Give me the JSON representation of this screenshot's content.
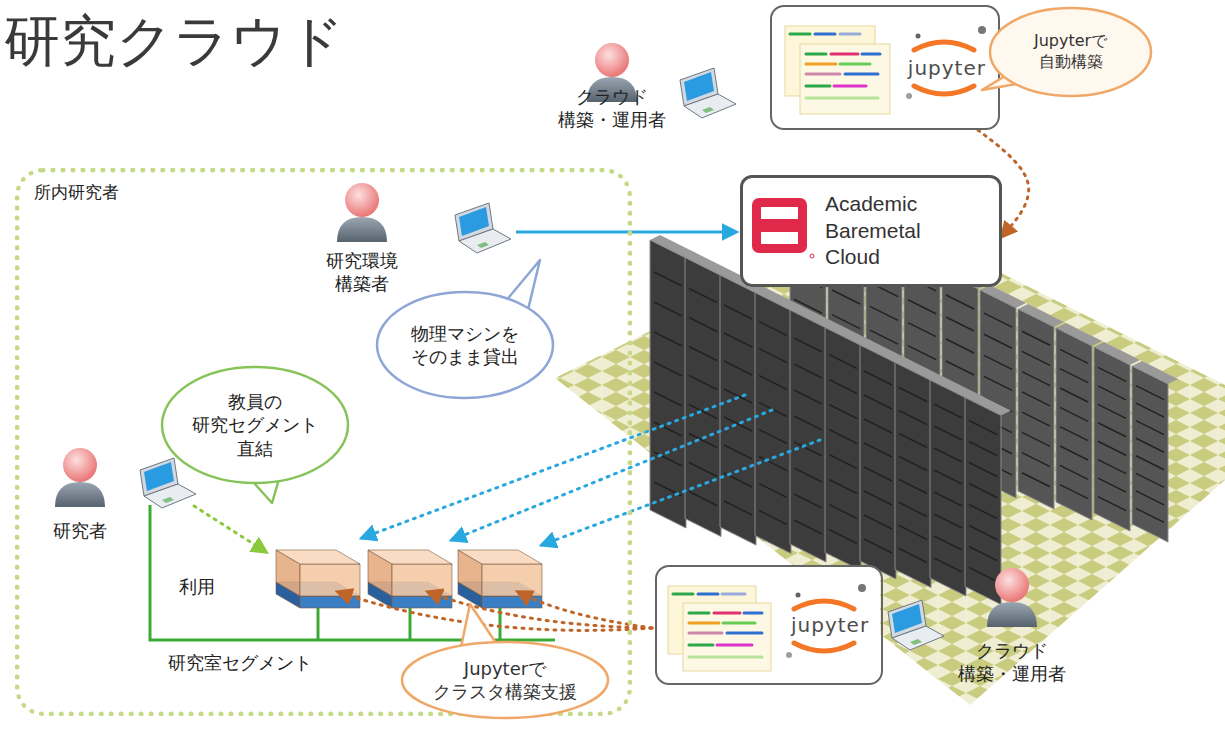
{
  "diagram": {
    "title": "研究クラウド",
    "nodes": [
      {
        "text": [
          "jupyter"
        ]
      },
      {
        "text": [
          "Jupyterで 自動構築"
        ]
      },
      {
        "text": [
          "Academic Baremetal Cloud"
        ]
      },
      {
        "text": [
          "所内研究者"
        ]
      },
      {
        "text": [
          "物理マシンを そのまま貸出"
        ],
        "in": 3
      },
      {
        "text": [
          "教員の 研究セグメント 直結"
        ],
        "in": 3
      },
      {
        "text": [
          "jupyter"
        ]
      },
      {
        "text": [
          "Jupyterで クラスタ構築支援"
        ]
      }
    ],
    "edges": [
      {
        "from": 0,
        "to": 2,
        "arrow": "to"
      }
    ],
    "labels": [
      "クラウド 構築・運用者",
      "研究環境 構築者",
      "研究者",
      "利用",
      "研究室セグメント",
      "クラウド 構築・運用者"
    ]
  }
}
